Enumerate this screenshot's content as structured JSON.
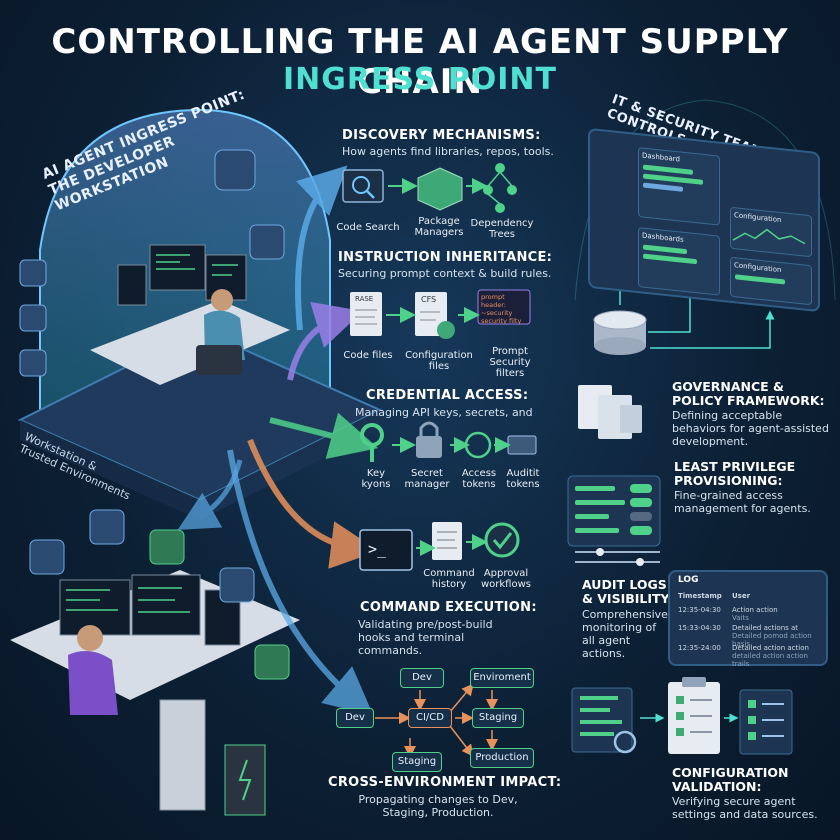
{
  "title": {
    "line1": "CONTROLLING THE AI AGENT SUPPLY CHAIN",
    "line2": "INGRESS POINT"
  },
  "left_zone": {
    "arc_title_1": "AI AGENT INGRESS POINT:",
    "arc_title_2": "THE DEVELOPER WORKSTATION",
    "base_1": "Workstation &",
    "base_2": "Trusted Environments"
  },
  "sections": {
    "discovery": {
      "heading": "DISCOVERY MECHANISMS:",
      "desc": "How agents find libraries, repos, tools.",
      "items": [
        "Code Search",
        "Package Managers",
        "Dependency Trees"
      ]
    },
    "instruction": {
      "heading": "INSTRUCTION INHERITANCE:",
      "desc": "Securing prompt context & build rules.",
      "items": [
        "Code files",
        "Configuration files",
        "Prompt Security filters"
      ],
      "doc1": "RASE",
      "doc2": "CFS",
      "prompt_text": "prompt header: ~security security filty"
    },
    "credential": {
      "heading": "CREDENTIAL ACCESS:",
      "desc": "Managing API keys, secrets, and",
      "items": [
        "Key kyons",
        "Secret manager",
        "Access tokens",
        "Auditit tokens"
      ]
    },
    "command": {
      "items": [
        "Command history",
        "Approval workflows"
      ],
      "prompt_glyph": ">_",
      "heading": "COMMAND EXECUTION:",
      "desc": "Validating pre/post-build hooks and terminal commands."
    },
    "cross_env": {
      "nodes": {
        "dev_left": "Dev",
        "dev_top": "Dev",
        "cicd": "CI/CD",
        "staging_bottom": "Staging",
        "enviroment": "Enviroment",
        "staging_right": "Staging",
        "production": "Production"
      },
      "heading": "CROSS-ENVIRONMENT IMPACT:",
      "desc": "Propagating changes to Dev, Staging, Production."
    }
  },
  "right_zone": {
    "arc_title": "IT & SECURITY TEAM CONTROLS",
    "dash_cards": [
      "Dashboard",
      "Configuration",
      "Dashboards",
      "Configuration"
    ],
    "governance": {
      "heading": "GOVERNANCE & POLICY FRAMEWORK:",
      "desc": "Defining acceptable behaviors for agent-assisted development."
    },
    "least_privilege": {
      "heading": "LEAST PRIVILEGE PROVISIONING:",
      "desc": "Fine-grained access management for agents."
    },
    "audit": {
      "heading": "AUDIT LOGS & VISIBILITY:",
      "desc": "Comprehensive monitoring of all agent actions.",
      "log_title": "LOG",
      "col_timestamp": "Timestamp",
      "col_user": "User",
      "rows": [
        {
          "time": "12:35-04:30",
          "user": "Action action",
          "detail": "Vaits"
        },
        {
          "time": "15:33-04:30",
          "user": "Detailed actions at",
          "detail": "Detailed pomod action basis"
        },
        {
          "time": "12:35-24:00",
          "user": "Detailed action action",
          "detail": "detailed action action trails"
        }
      ]
    },
    "config_validation": {
      "heading": "CONFIGURATION VALIDATION:",
      "desc": "Verifying secure agent settings and data sources."
    }
  },
  "colors": {
    "accent_teal": "#4fe0d2",
    "green": "#4fd18a",
    "purple": "#8a6fe0",
    "orange": "#e8915a",
    "blue_arrow": "#4f9fe0"
  }
}
